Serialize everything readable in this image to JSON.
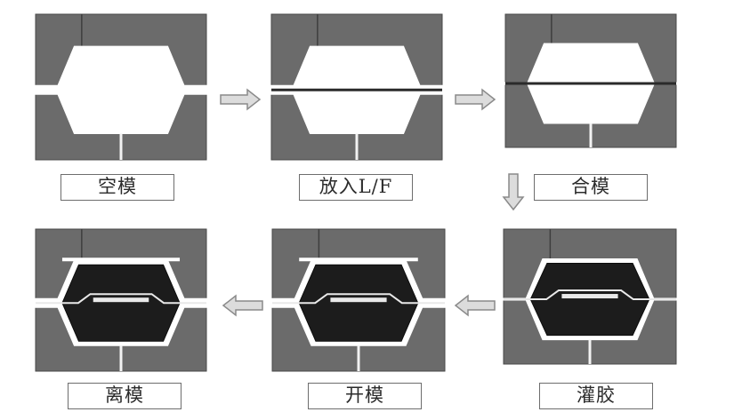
{
  "steps": [
    {
      "id": "empty-mold",
      "label": "空模"
    },
    {
      "id": "load-lf",
      "label": "放入L/F"
    },
    {
      "id": "clamp-mold",
      "label": "合模"
    },
    {
      "id": "inject-glue",
      "label": "灌胶"
    },
    {
      "id": "open-mold",
      "label": "开模"
    },
    {
      "id": "eject",
      "label": "离模"
    }
  ],
  "colors": {
    "mold_fill": "#6b6b6b",
    "mold_edge": "#4a4a4a",
    "compound": "#1c1c1c",
    "leadframe": "#e9e9e9",
    "arrow_fill": "#dcdcdc",
    "arrow_edge": "#8a8a8a"
  },
  "icons": {
    "flow_arrow": "process-flow-arrow-icon"
  }
}
